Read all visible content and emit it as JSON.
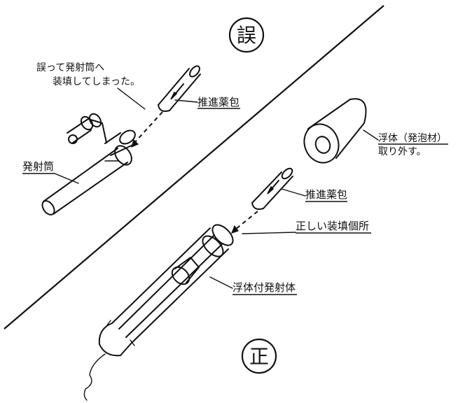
{
  "badges": {
    "wrong": "誤",
    "correct": "正"
  },
  "labels": {
    "mistake_line1": "誤って発射筒へ",
    "mistake_line2": "装填してしまった。",
    "propellant_top": "推進薬包",
    "launch_tube": "発射筒",
    "float_line1": "浮体（発泡材）",
    "float_line2": "取り外す。",
    "propellant_bottom": "推進薬包",
    "correct_position": "正しい装填個所",
    "float_projectile": "浮体付発射体"
  }
}
